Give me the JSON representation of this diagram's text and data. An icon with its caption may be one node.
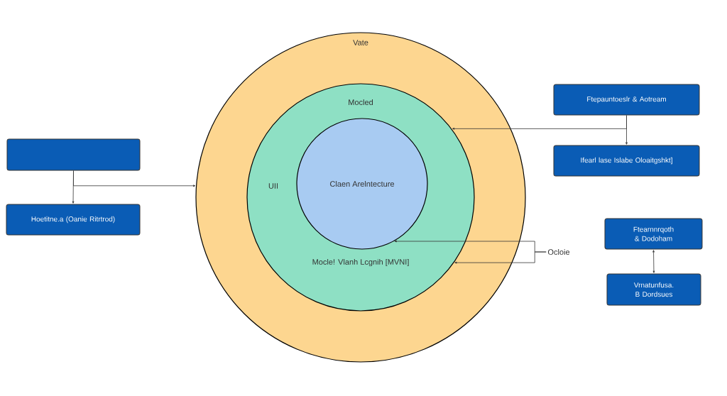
{
  "diagram": {
    "nodes": [
      {
        "text": [
          "Vate"
        ]
      },
      {
        "text": [
          "Mocled",
          "UII",
          "Mocle! Vlanh Lcgnih [MVNI]"
        ],
        "in": 0
      },
      {
        "text": [
          "Claen Arelntecture"
        ],
        "in": 1
      },
      {
        "text": [],
        "shape": "box"
      },
      {
        "text": [
          "Hoetitne.a (Oanie Ritrtrod)"
        ]
      },
      {
        "text": [
          "Ftepauntoeslr & Aotream"
        ]
      },
      {
        "text": [
          "Ifearl lase Islabe Oloaitgshkt]"
        ]
      },
      {
        "text": [
          "Ftearnnrqoth & Dodoham"
        ]
      },
      {
        "text": [
          "Vrnatunfusa. B Dordsues"
        ]
      },
      {
        "text": [
          "Ocloie"
        ]
      }
    ],
    "edges": [
      {
        "from": 3,
        "to": 4,
        "arrow": "to"
      },
      {
        "from": 3,
        "to": 0,
        "arrow": "to"
      },
      {
        "from": 5,
        "to": 6,
        "arrow": "to"
      },
      {
        "from": 5,
        "to": 1,
        "arrow": "to"
      },
      {
        "from": 7,
        "to": 8,
        "arrow": "both"
      },
      {
        "from": 9,
        "to": 2,
        "arrow": "to"
      },
      {
        "from": 9,
        "to": 1,
        "arrow": "to"
      }
    ]
  }
}
